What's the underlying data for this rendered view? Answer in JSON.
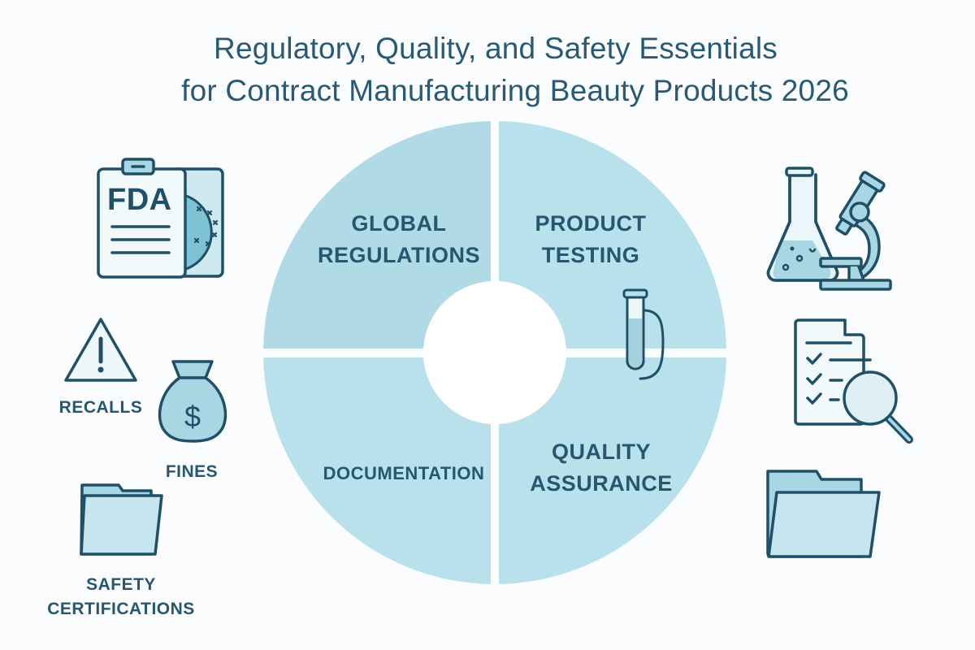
{
  "title": {
    "line1": "Regulatory, Quality, and Safety Essentials",
    "line2": "for Contract Manufacturing Beauty Products 2026"
  },
  "colors": {
    "text": "#27566f",
    "stroke": "#1f5068",
    "quadrant_top_left": "#b0dae6",
    "quadrant_other": "#b8e1ec",
    "icon_fill_light": "#eaf6fa",
    "icon_fill_mid": "#a9d6e3",
    "background": "#fbfcfd"
  },
  "wheel": {
    "quadrants": [
      {
        "id": "global-regulations",
        "line1": "GLOBAL",
        "line2": "REGULATIONS"
      },
      {
        "id": "product-testing",
        "line1": "PRODUCT",
        "line2": "TESTING"
      },
      {
        "id": "documentation",
        "line1": "DOCUMENTATION",
        "line2": ""
      },
      {
        "id": "quality-assurance",
        "line1": "QUALITY",
        "line2": "ASSURANCE"
      }
    ],
    "inline_icon": "test-tube-icon"
  },
  "left_icons": [
    {
      "icon": "fda-clipboard-icon",
      "text": "FDA"
    },
    {
      "icon": "warning-triangle-icon",
      "label": "RECALLS"
    },
    {
      "icon": "money-bag-icon",
      "glyph": "$",
      "label": "FINES"
    },
    {
      "icon": "folder-icon",
      "label_line1": "SAFETY",
      "label_line2": "CERTIFICATIONS"
    }
  ],
  "right_icons": [
    {
      "icon": "flask-microscope-icon"
    },
    {
      "icon": "checklist-magnifier-icon"
    },
    {
      "icon": "folder-icon"
    }
  ]
}
